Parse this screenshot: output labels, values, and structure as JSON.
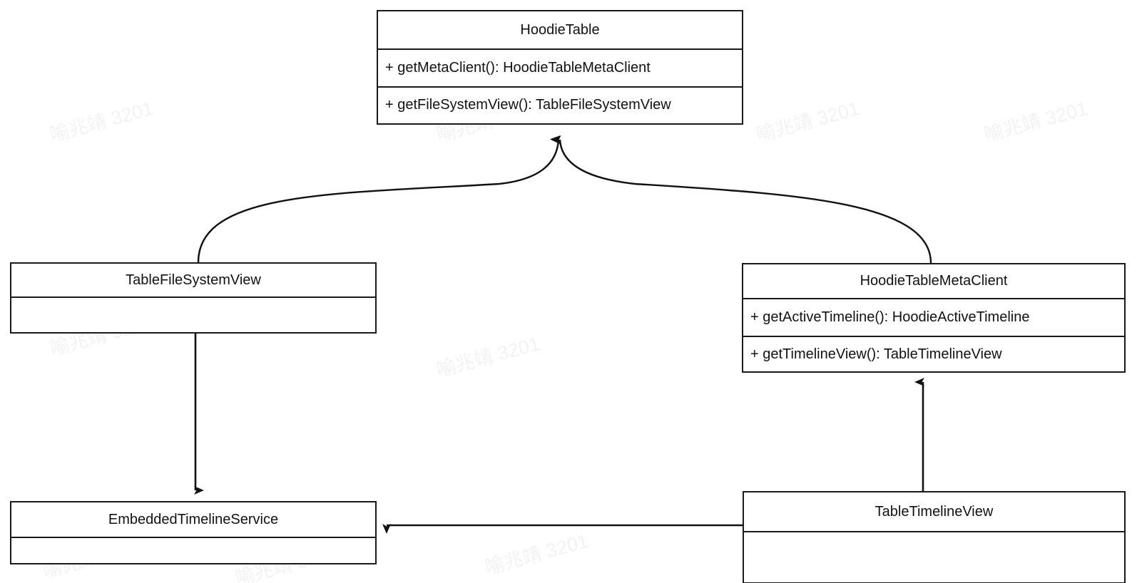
{
  "diagram": {
    "type": "uml-class-diagram",
    "background_color": "#ffffff",
    "line_color": "#1a1a1a",
    "text_color": "#121212",
    "watermark": {
      "text": "喻兆靖 3201",
      "color": "#f2f2f2",
      "rotation_deg": -15
    }
  },
  "classes": {
    "hoodie_table": {
      "name": "HoodieTable",
      "members": [
        "+ getMetaClient(): HoodieTableMetaClient",
        "+ getFileSystemView(): TableFileSystemView"
      ]
    },
    "table_file_system_view": {
      "name": "TableFileSystemView",
      "members": []
    },
    "hoodie_table_meta_client": {
      "name": "HoodieTableMetaClient",
      "members": [
        "+ getActiveTimeline(): HoodieActiveTimeline",
        "+ getTimelineView(): TableTimelineView"
      ]
    },
    "embedded_timeline_service": {
      "name": "EmbeddedTimelineService",
      "members": []
    },
    "table_timeline_view": {
      "name": "TableTimelineView",
      "members": []
    }
  },
  "relationships": [
    {
      "id": "tfsv-to-hoodietable",
      "from": "TableFileSystemView",
      "to": "HoodieTable",
      "style": "curved",
      "arrowhead": "solid-filled-triangle"
    },
    {
      "id": "htmc-to-hoodietable",
      "from": "HoodieTableMetaClient",
      "to": "HoodieTable",
      "style": "curved",
      "arrowhead": "solid-filled-triangle"
    },
    {
      "id": "tfsv-to-ets",
      "from": "TableFileSystemView",
      "to": "EmbeddedTimelineService",
      "style": "straight-vertical",
      "arrowhead": "solid-filled-triangle"
    },
    {
      "id": "ttv-to-htmc",
      "from": "TableTimelineView",
      "to": "HoodieTableMetaClient",
      "style": "straight-vertical",
      "arrowhead": "solid-filled-triangle"
    },
    {
      "id": "ttv-to-ets",
      "from": "TableTimelineView",
      "to": "EmbeddedTimelineService",
      "style": "straight-horizontal",
      "arrowhead": "solid-filled-triangle"
    }
  ]
}
